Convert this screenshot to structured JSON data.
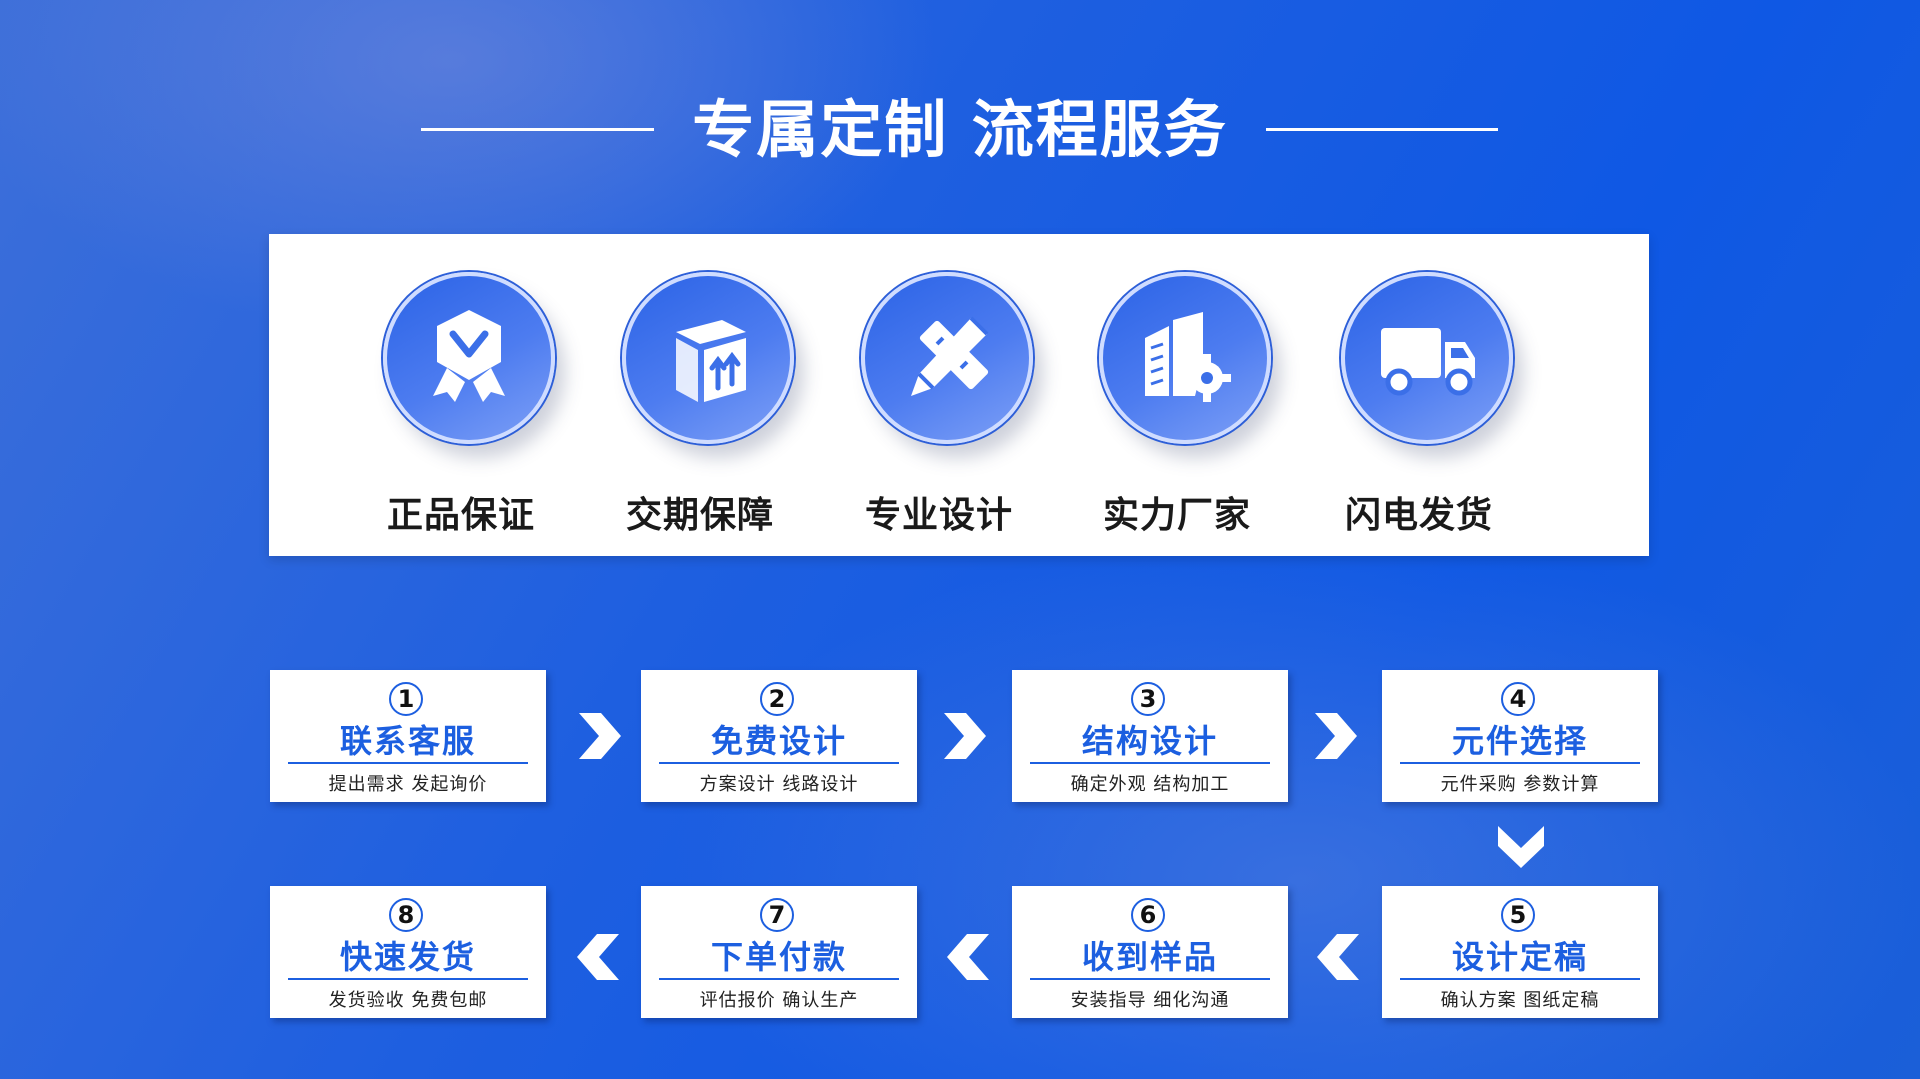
{
  "header": {
    "title": "专属定制 流程服务"
  },
  "features": [
    {
      "label": "正品保证",
      "icon": "badge-check-icon"
    },
    {
      "label": "交期保障",
      "icon": "package-box-icon"
    },
    {
      "label": "专业设计",
      "icon": "pencil-ruler-icon"
    },
    {
      "label": "实力厂家",
      "icon": "factory-gear-icon"
    },
    {
      "label": "闪电发货",
      "icon": "delivery-truck-icon"
    }
  ],
  "steps": [
    {
      "num": "1",
      "name": "联系客服",
      "desc": "提出需求  发起询价"
    },
    {
      "num": "2",
      "name": "免费设计",
      "desc": "方案设计  线路设计"
    },
    {
      "num": "3",
      "name": "结构设计",
      "desc": "确定外观  结构加工"
    },
    {
      "num": "4",
      "name": "元件选择",
      "desc": "元件采购  参数计算"
    },
    {
      "num": "5",
      "name": "设计定稿",
      "desc": "确认方案  图纸定稿"
    },
    {
      "num": "6",
      "name": "收到样品",
      "desc": "安装指导  细化沟通"
    },
    {
      "num": "7",
      "name": "下单付款",
      "desc": "评估报价  确认生产"
    },
    {
      "num": "8",
      "name": "快速发货",
      "desc": "发货验收  免费包邮"
    }
  ],
  "colors": {
    "accent": "#1c5fe0",
    "background": "#1e5fe0",
    "panel": "#ffffff"
  }
}
